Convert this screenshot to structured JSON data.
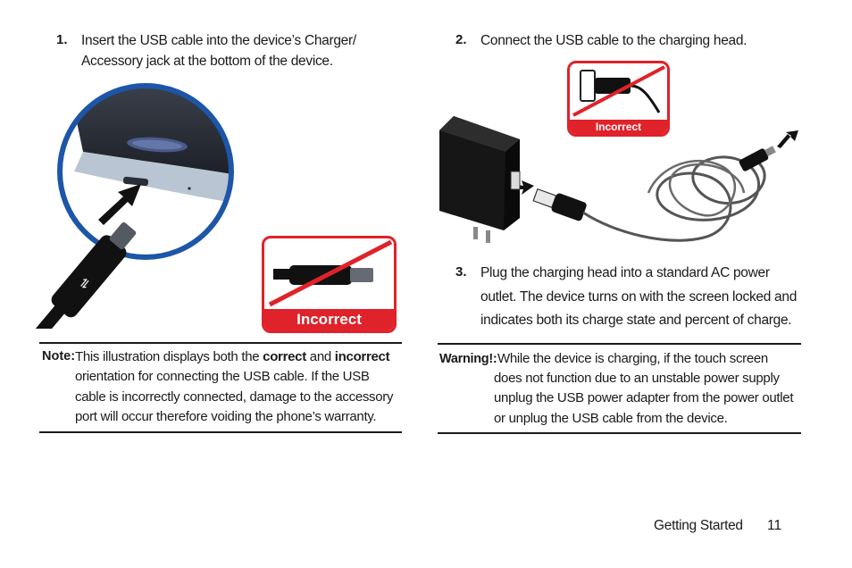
{
  "steps": [
    {
      "number": "1.",
      "lines": [
        "Insert the USB cable into the device’s Charger/",
        "Accessory jack at the bottom of the device."
      ]
    },
    {
      "number": "2.",
      "lines": [
        "Connect the USB cable to the charging head."
      ]
    },
    {
      "number": "3.",
      "lines": [
        "Plug the charging head into a standard AC power",
        "outlet. The device turns on with the screen locked and",
        "indicates both its charge state and percent of charge."
      ]
    }
  ],
  "badges": {
    "left_label": "Incorrect",
    "right_label": "Incorrect"
  },
  "note": {
    "label": "Note:",
    "line1_a": "This illustration displays both the ",
    "line1_b": "correct",
    "line1_c": " and ",
    "line1_d": "incorrect",
    "lines": [
      "orientation for connecting the USB cable. If the USB",
      "cable is incorrectly connected, damage to the accessory",
      "port will occur therefore voiding the phone’s warranty."
    ]
  },
  "warning": {
    "label": "Warning!:",
    "first_line": "While the device is charging, if the touch screen",
    "lines": [
      "does not function due to an unstable power supply",
      "unplug the USB power adapter from the power outlet",
      "or unplug the USB cable from the device."
    ]
  },
  "footer": {
    "section": "Getting Started",
    "page": "11"
  },
  "colors": {
    "incorrect_red": "#e0222a",
    "circle_blue": "#1d56a8",
    "text": "#1a1a1a"
  }
}
